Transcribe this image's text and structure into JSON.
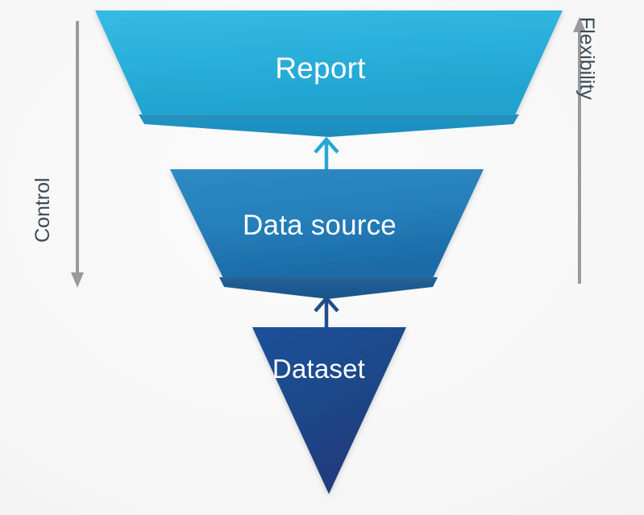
{
  "diagram": {
    "type": "inverted-funnel",
    "background_color": "#f4f4f4",
    "levels": [
      {
        "id": "report",
        "label": "Report",
        "order": 1,
        "position": "top",
        "fill_top": "#2bb3de",
        "fill_bottom": "#26a7d4",
        "shadow_color": "#1e94c4",
        "text_color": "#ffffff"
      },
      {
        "id": "data-source",
        "label": "Data source",
        "order": 2,
        "position": "middle",
        "fill_top": "#2a83bd",
        "fill_bottom": "#1d6fae",
        "shadow_color": "#1b5f96",
        "text_color": "#ffffff"
      },
      {
        "id": "dataset",
        "label": "Dataset",
        "order": 3,
        "position": "bottom",
        "fill_top": "#1b4b8e",
        "fill_bottom": "#203c78",
        "shadow_color": "#1a3a70",
        "text_color": "#ffffff"
      }
    ],
    "connectors": [
      {
        "id": "arrow-datasource-to-report",
        "direction": "up",
        "from": "data-source",
        "to": "report",
        "color": "#26a7d4"
      },
      {
        "id": "arrow-dataset-to-datasource",
        "direction": "up",
        "from": "dataset",
        "to": "data-source",
        "color": "#1e4e8c"
      }
    ],
    "axes": [
      {
        "id": "control",
        "label": "Control",
        "side": "left",
        "direction": "down",
        "color": "#9a9a9a",
        "label_color": "#3b4a57"
      },
      {
        "id": "flexibility",
        "label": "Flexibility",
        "side": "right",
        "direction": "up",
        "color": "#9a9a9a",
        "label_color": "#3b4a57"
      }
    ]
  }
}
